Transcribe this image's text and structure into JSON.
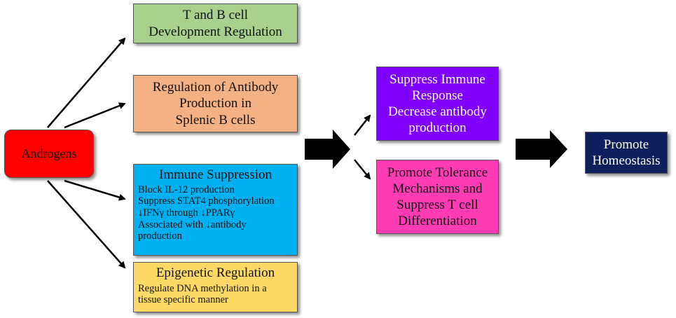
{
  "boxes": {
    "androgens": {
      "label": "Androgens",
      "color": "#ff0000"
    },
    "tb_cell": {
      "lines": [
        "T and B cell",
        "Development Regulation"
      ],
      "color": "#a9d18e"
    },
    "antibody": {
      "lines": [
        "Regulation of Antibody",
        "Production in",
        "Splenic B cells"
      ],
      "color": "#f4b183"
    },
    "immune": {
      "title": "Immune Suppression",
      "lines": [
        "Block IL-12 production",
        "Suppress STAT4 phosphorylation"
      ],
      "ifn_part1": "IFNγ through ",
      "ifn_part2": "PPARγ",
      "assoc_part1": "Associated with ",
      "assoc_part2": "antibody",
      "last_line": "production",
      "color": "#00b0f0"
    },
    "epigenetic": {
      "title": "Epigenetic Regulation",
      "lines": [
        "Regulate DNA methylation  in a",
        "tissue specific manner"
      ],
      "color": "#ffd966"
    },
    "suppress": {
      "lines": [
        "Suppress Immune",
        "Response",
        "Decrease antibody",
        "production"
      ],
      "color": "#7f00ff"
    },
    "tolerance": {
      "lines": [
        "Promote Tolerance",
        "Mechanisms and",
        "Suppress T cell",
        "Differentiation"
      ],
      "color": "#ff3cb4"
    },
    "homeostasis": {
      "lines": [
        "Promote",
        "Homeostasis"
      ],
      "color": "#0d1f5c"
    }
  },
  "icons": {
    "down_arrow": "↓"
  }
}
